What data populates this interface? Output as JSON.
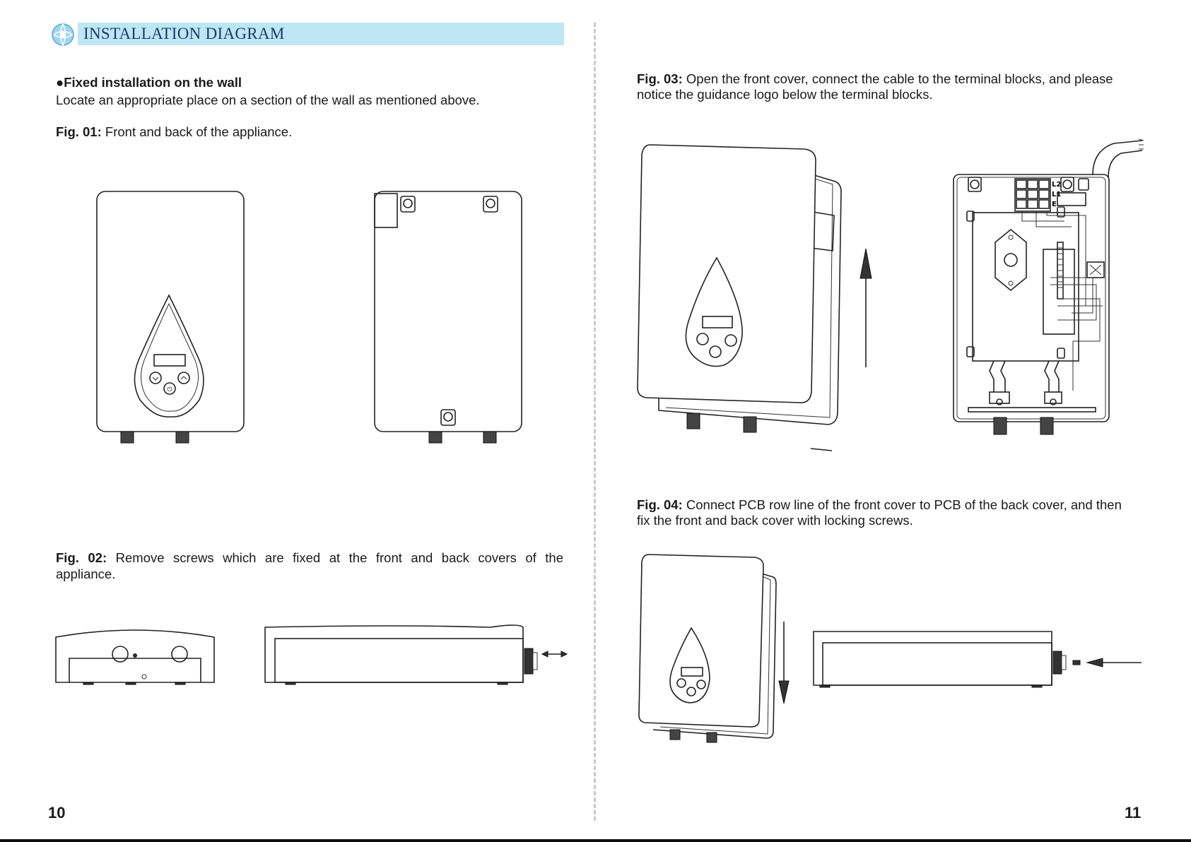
{
  "header": {
    "title": "INSTALLATION DIAGRAM",
    "logo": "globe-logo"
  },
  "left_page": {
    "section_heading": "Fixed installation on the wall",
    "bullet": "●",
    "intro": "Locate an appropriate place on a section of the wall as mentioned above.",
    "fig01": {
      "label": "Fig. 01:",
      "text": "Front and back of the appliance."
    },
    "fig02": {
      "label": "Fig. 02:",
      "text_line1": "Remove screws which are fixed at the front and back covers of the",
      "text_line2": "appliance."
    },
    "page_number": "10"
  },
  "right_page": {
    "fig03": {
      "label": "Fig. 03:",
      "text_line1": "Open the front cover, connect the cable to the terminal blocks, and please",
      "text_line2": "notice the guidance logo below the terminal blocks."
    },
    "fig04": {
      "label": "Fig. 04:",
      "text_line1": "Connect PCB row line of the front cover to PCB of the back cover, and then",
      "text_line2": "fix the front and back cover with locking screws."
    },
    "terminal_labels": [
      "L2",
      "L1",
      "E"
    ],
    "page_number": "11"
  }
}
